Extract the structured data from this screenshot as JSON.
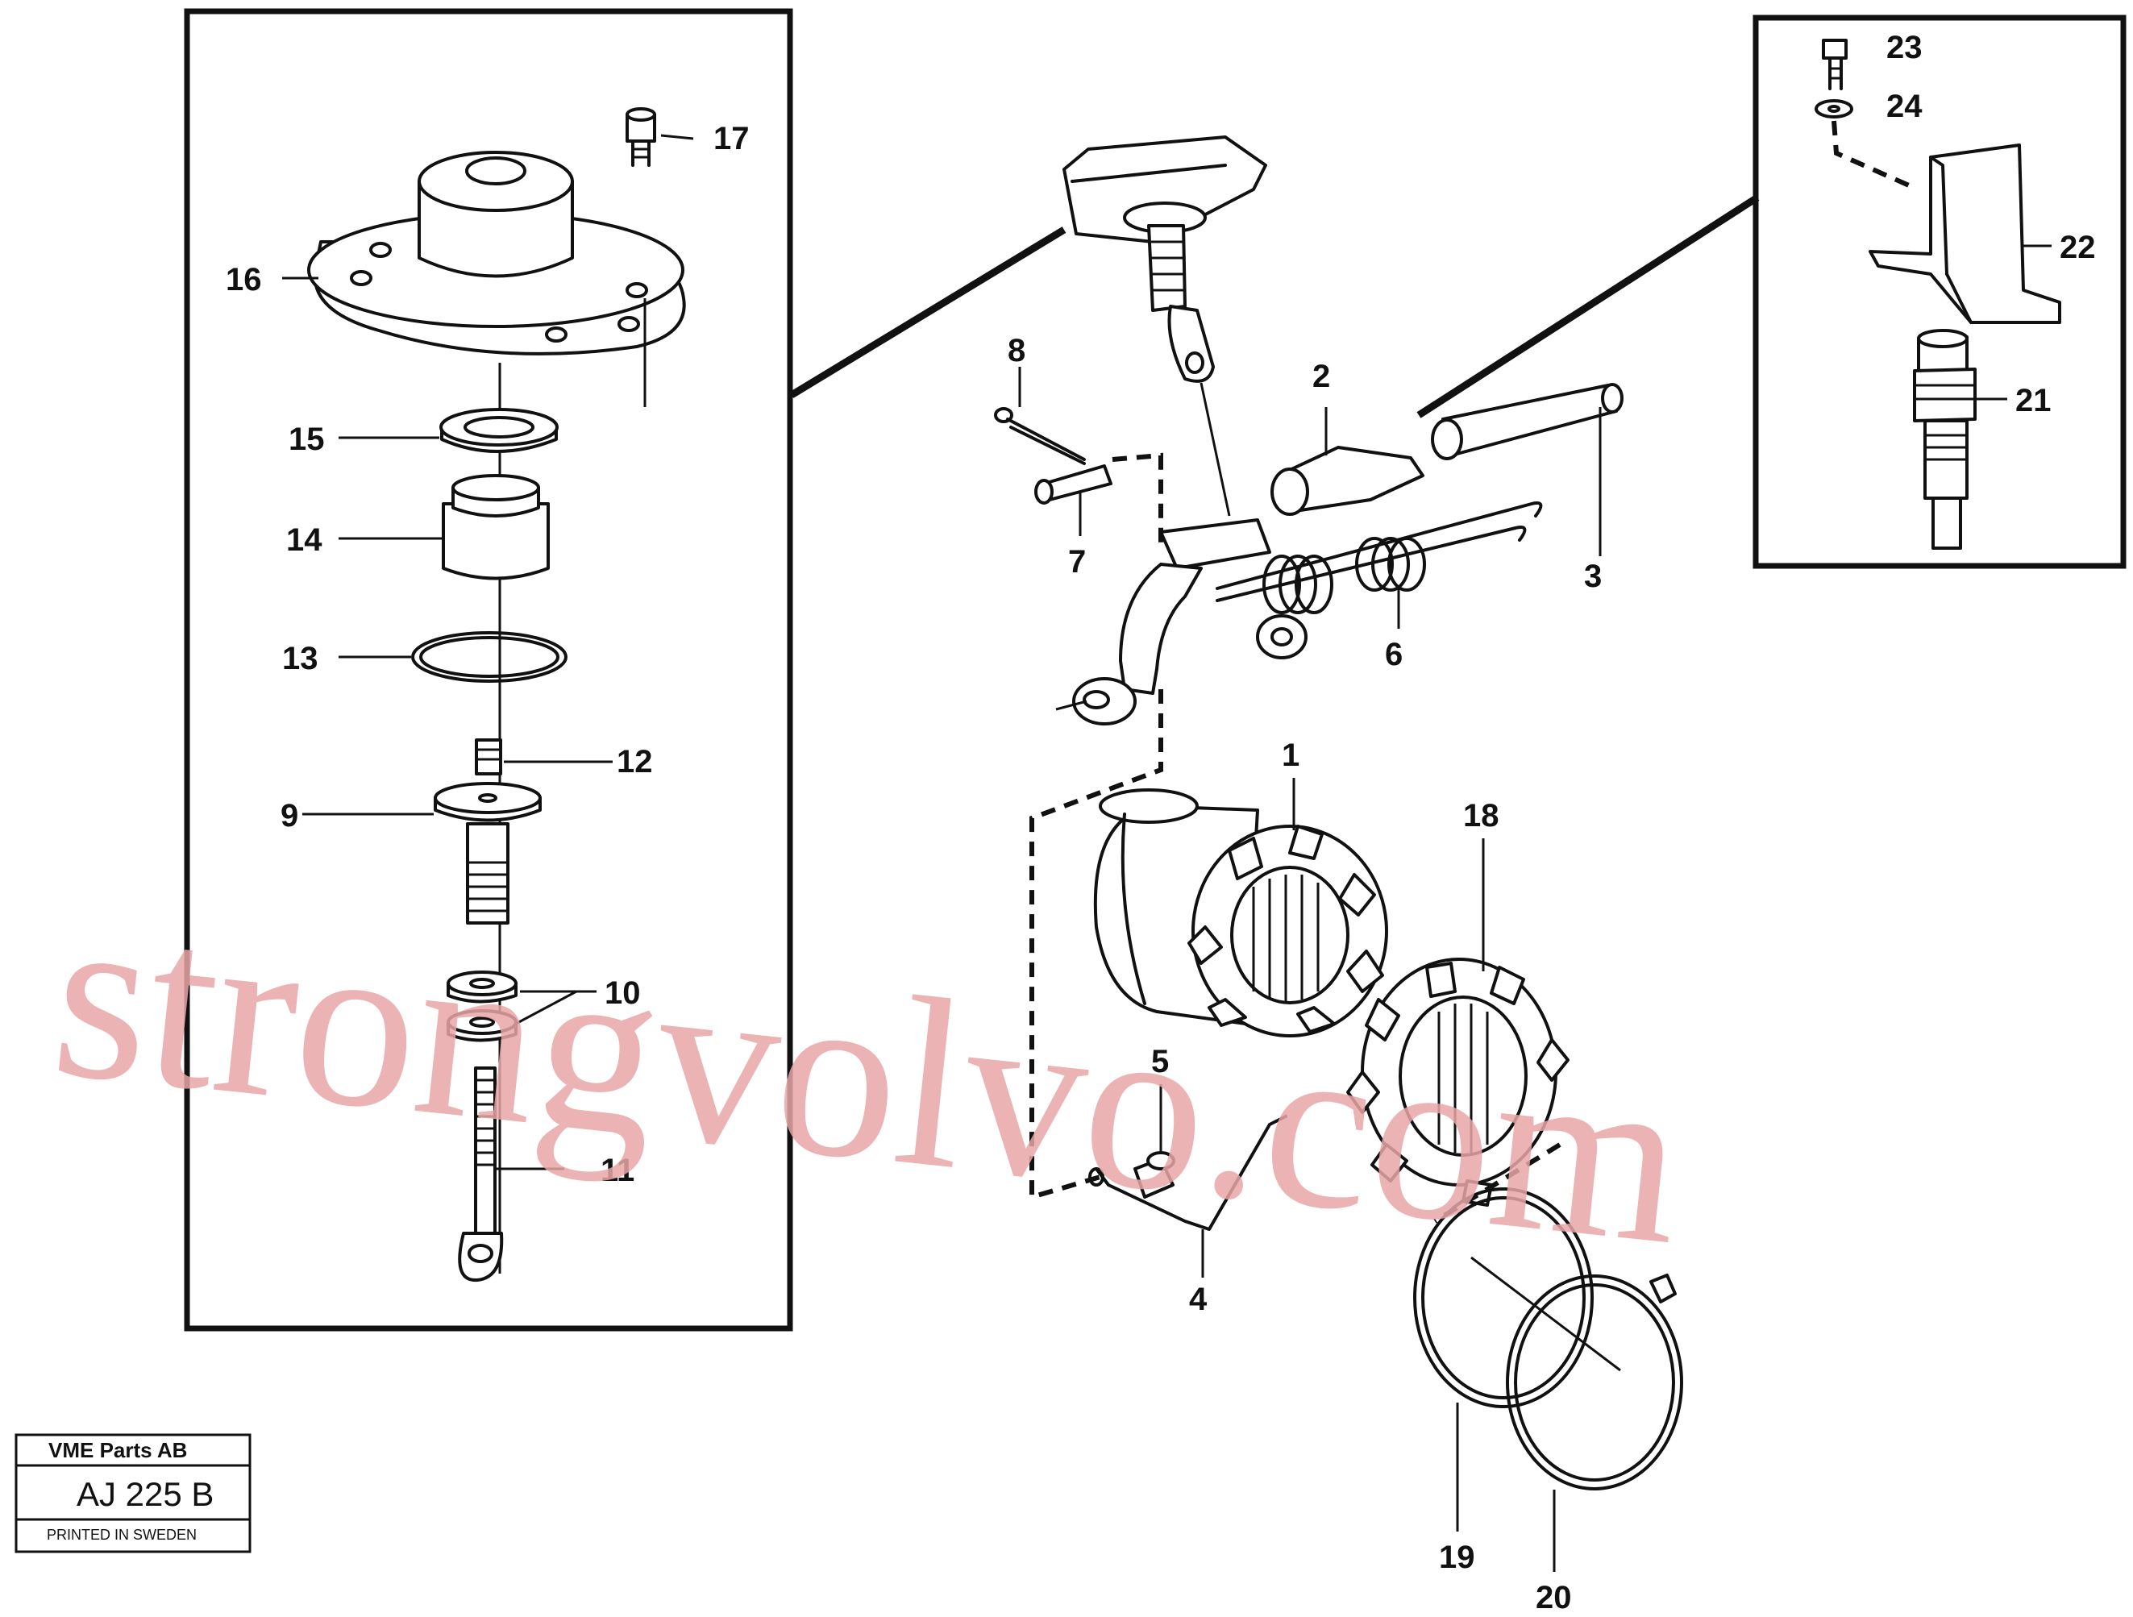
{
  "callouts": {
    "c1": "1",
    "c2": "2",
    "c3": "3",
    "c4": "4",
    "c5": "5",
    "c6": "6",
    "c7": "7",
    "c8": "8",
    "c9": "9",
    "c10": "10",
    "c11": "11",
    "c12": "12",
    "c13": "13",
    "c14": "14",
    "c15": "15",
    "c16": "16",
    "c17": "17",
    "c18": "18",
    "c19": "19",
    "c20": "20",
    "c21": "21",
    "c22": "22",
    "c23": "23",
    "c24": "24"
  },
  "stamp": {
    "company": "VME Parts AB",
    "code": "AJ 225  B",
    "printed": "PRINTED IN SWEDEN"
  },
  "watermark": "strongvolvo.com"
}
